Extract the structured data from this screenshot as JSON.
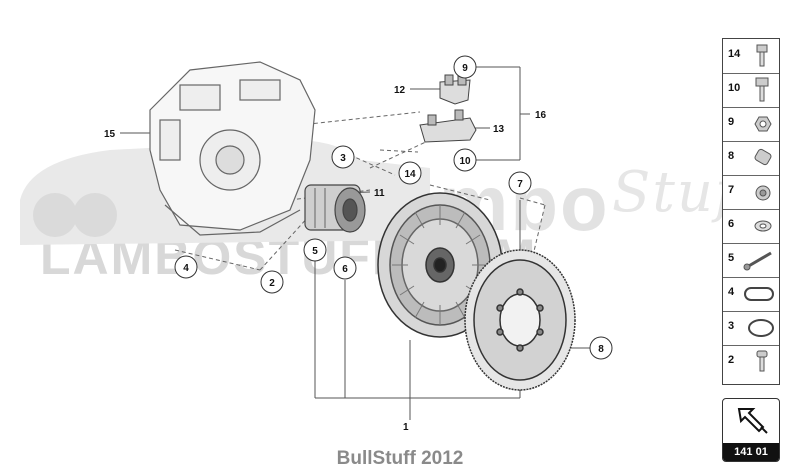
{
  "watermark": {
    "brand_top": "lambo",
    "brand_script": "Stuff",
    "brand_bottom": "LAMBOSTUFF.COM"
  },
  "footer": {
    "text": "BullStuff 2012"
  },
  "callouts": [
    {
      "id": "c1",
      "label": "1"
    },
    {
      "id": "c2",
      "label": "2"
    },
    {
      "id": "c3",
      "label": "3"
    },
    {
      "id": "c4",
      "label": "4"
    },
    {
      "id": "c5",
      "label": "5"
    },
    {
      "id": "c6",
      "label": "6"
    },
    {
      "id": "c7",
      "label": "7"
    },
    {
      "id": "c8",
      "label": "8"
    },
    {
      "id": "c9",
      "label": "9"
    },
    {
      "id": "c10",
      "label": "10"
    },
    {
      "id": "c11",
      "label": "11"
    },
    {
      "id": "c12",
      "label": "12"
    },
    {
      "id": "c13",
      "label": "13"
    },
    {
      "id": "c14",
      "label": "14"
    },
    {
      "id": "c15",
      "label": "15"
    },
    {
      "id": "c16",
      "label": "16"
    }
  ],
  "legend": [
    {
      "label": "14",
      "icon": "bolt-icon"
    },
    {
      "label": "10",
      "icon": "bolt-icon"
    },
    {
      "label": "9",
      "icon": "nut-icon"
    },
    {
      "label": "8",
      "icon": "sleeve-icon"
    },
    {
      "label": "7",
      "icon": "flanged-bolt-icon"
    },
    {
      "label": "6",
      "icon": "washer-icon"
    },
    {
      "label": "5",
      "icon": "long-bolt-icon"
    },
    {
      "label": "4",
      "icon": "oval-gasket-icon"
    },
    {
      "label": "3",
      "icon": "oring-icon"
    },
    {
      "label": "2",
      "icon": "screw-icon"
    }
  ],
  "nav": {
    "code": "141 01"
  }
}
